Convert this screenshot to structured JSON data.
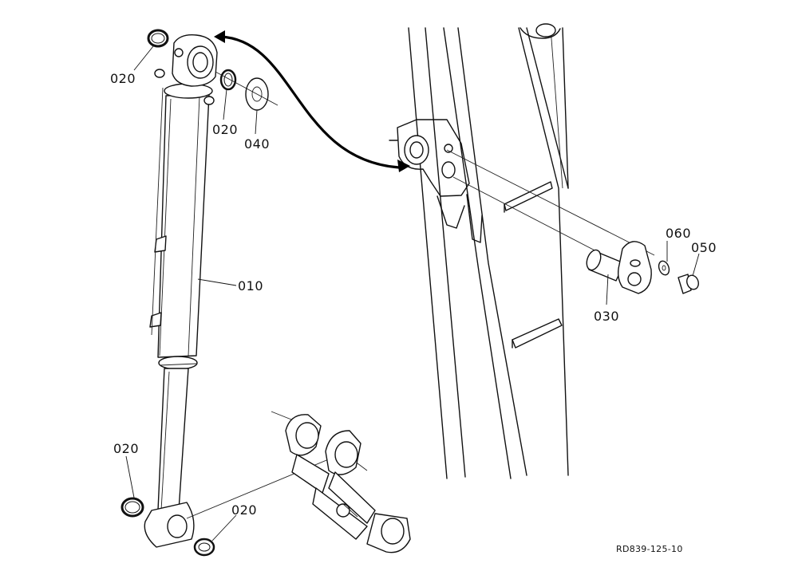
{
  "diagram": {
    "reference_code": "RD839-125-10",
    "callouts": {
      "o_ring_top_left": "020",
      "o_ring_top_right": "020",
      "washer_top": "040",
      "cylinder": "010",
      "pin": "030",
      "washer_small": "060",
      "bolt": "050",
      "o_ring_bottom_left": "020",
      "o_ring_bottom_right": "020"
    }
  }
}
